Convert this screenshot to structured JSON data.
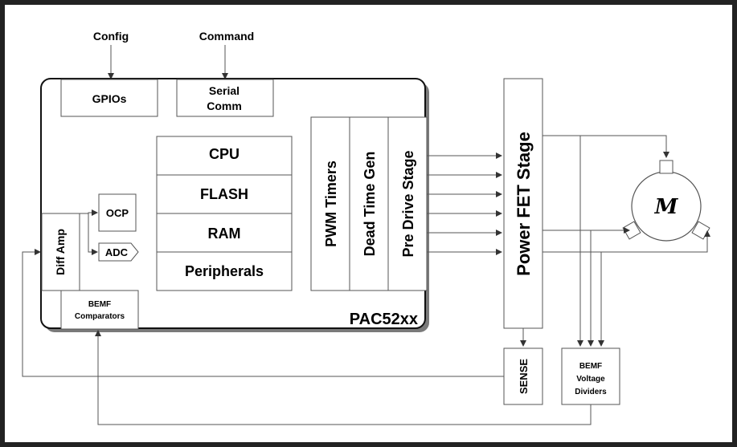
{
  "diagram": {
    "inputs": {
      "config": "Config",
      "command": "Command"
    },
    "chip": {
      "name": "PAC52xx",
      "gpios": "GPIOs",
      "serial_line1": "Serial",
      "serial_line2": "Comm",
      "cpu": "CPU",
      "flash": "FLASH",
      "ram": "RAM",
      "peripherals": "Peripherals",
      "pwm_timers": "PWM Timers",
      "dead_time_gen": "Dead Time Gen",
      "pre_drive_stage": "Pre Drive Stage",
      "diff_amp": "Diff Amp",
      "ocp": "OCP",
      "adc": "ADC",
      "bemf_comp_line1": "BEMF",
      "bemf_comp_line2": "Comparators"
    },
    "power_fet_stage": "Power FET Stage",
    "sense": "SENSE",
    "bemf_dividers": {
      "line1": "BEMF",
      "line2": "Voltage",
      "line3": "Dividers"
    },
    "motor_label": "M"
  }
}
